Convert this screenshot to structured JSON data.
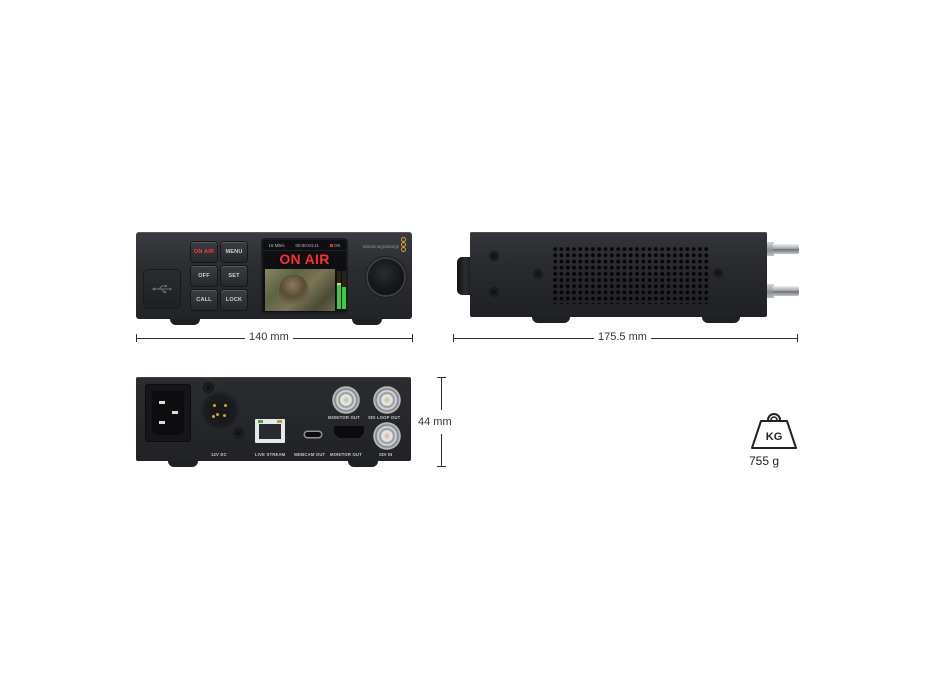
{
  "product_views": {
    "front": {
      "buttons": [
        {
          "label": "ON AIR",
          "color": "#ff3a3a"
        },
        {
          "label": "MENU"
        },
        {
          "label": "OFF"
        },
        {
          "label": "SET"
        },
        {
          "label": "CALL"
        },
        {
          "label": "LOCK"
        }
      ],
      "lcd": {
        "bitrate": "16 Mb/s",
        "timecode": "00:00:04:11",
        "status": "OK",
        "title": "ON AIR",
        "title_color": "#ff2d2d"
      },
      "brand_text": "Blackmagicdesign",
      "usb_icon": "usb-icon",
      "knob_icon": "rotary-knob"
    },
    "side": {
      "vent": "vent-grille",
      "connectors": 2
    },
    "rear": {
      "labels": {
        "dc": "12V DC",
        "live_stream": "LIVE STREAM",
        "webcam_out": "WEBCAM OUT",
        "monitor_out_hdmi": "MONITOR OUT",
        "monitor_out_sdi": "MONITOR OUT",
        "sdi_loop_out": "SDI LOOP OUT",
        "sdi_in": "SDI IN"
      }
    }
  },
  "dimensions": {
    "width": "140 mm",
    "depth": "175.5 mm",
    "height": "44 mm"
  },
  "weight": {
    "icon_label": "KG",
    "value": "755 g"
  }
}
